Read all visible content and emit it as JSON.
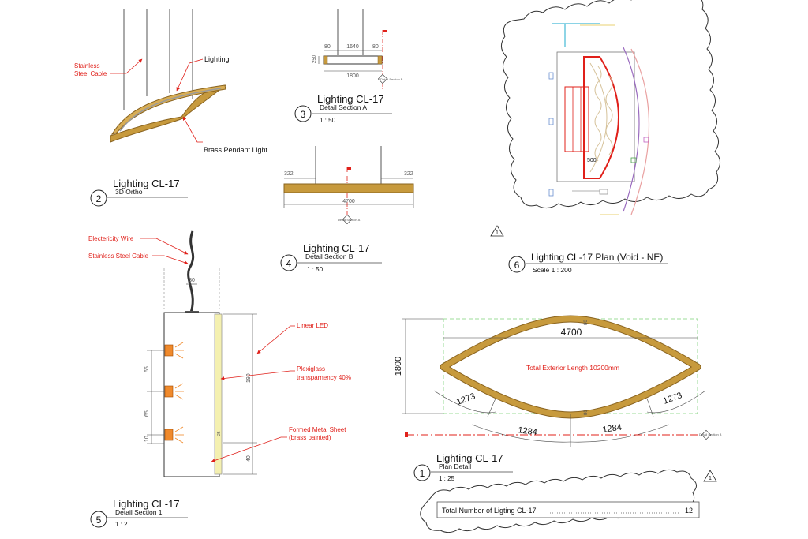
{
  "views": {
    "v2": {
      "title": "Lighting CL-17",
      "subtitle": "3D Ortho",
      "number": "2",
      "label_stainless": "Stainless",
      "label_steel_cable": "Steel Cable",
      "label_lighting": "Lighting",
      "label_brass": "Brass Pendant Light"
    },
    "v3": {
      "title": "Lighting CL-17",
      "subtitle": "Detail Section A",
      "number": "3",
      "scale": "1 : 50",
      "dim_80_left": "80",
      "dim_1640": "1640",
      "dim_80_right": "80",
      "dim_250": "250",
      "dim_1800": "1800",
      "section_tag": "Detail Section B"
    },
    "v4": {
      "title": "Lighting CL-17",
      "subtitle": "Detail Section B",
      "number": "4",
      "scale": "1 : 50",
      "dim_322_left": "322",
      "dim_322_right": "322",
      "dim_4700": "4700",
      "section_tag": "Detail Section A"
    },
    "v5": {
      "title": "Lighting CL-17",
      "subtitle": "Detail Section 1",
      "number": "5",
      "scale": "1 : 2",
      "label_wire": "Electericity Wire",
      "label_cable": "Stainless Steel Cable",
      "label_led": "Linear LED",
      "label_plexi_1": "Plexiglass",
      "label_plexi_2": "transparnency 40%",
      "label_metal_1": "Formed Metal Sheet",
      "label_metal_2": "(brass painted)",
      "dim_80": "80",
      "dim_65_top": "65",
      "dim_65_bottom": "65",
      "dim_10": "10",
      "dim_190": "190",
      "dim_40": "40",
      "dim_25": "25"
    },
    "v6": {
      "title": "Lighting CL-17 Plan (Void - NE)",
      "number": "6",
      "scale": "Scale  1 : 200",
      "dim_500": "500",
      "revision_tag": "1"
    },
    "v1": {
      "title": "Lighting CL-17",
      "subtitle": "Plan Detail",
      "number": "1",
      "scale": "1 : 25",
      "dim_4700": "4700",
      "dim_1800": "1800",
      "dim_1273_left": "1273",
      "dim_1273_right": "1273",
      "dim_1284_left": "1284",
      "dim_1284_right": "1284",
      "dim_80_top": "80",
      "dim_80_bottom": "80",
      "note_length": "Total Exterior Length 10200mm",
      "section_tag": "Detail Section B"
    }
  },
  "schedule": {
    "label": "Total Number of Ligting CL-17",
    "value": "12",
    "revision_tag": "1"
  },
  "colors": {
    "brass": "#c79a3d",
    "brass_edge": "#8a6420",
    "annotation_red": "#e0201a",
    "line": "#333333",
    "led_orange": "#f08a2c",
    "plexi": "#f4f0b0",
    "green_dash": "#7ed27a"
  }
}
